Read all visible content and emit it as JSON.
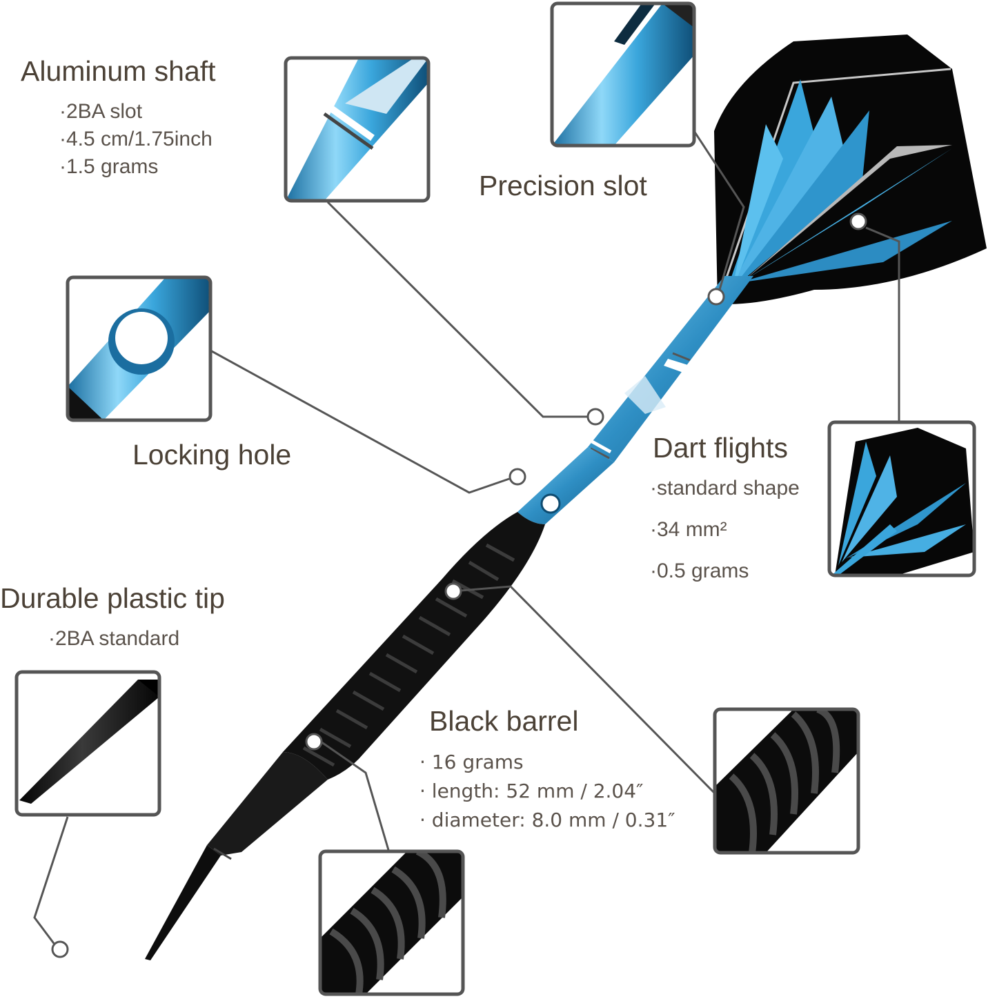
{
  "aluminum_shaft": {
    "title": "Aluminum shaft",
    "specs": [
      "·2BA slot",
      "·4.5 cm/1.75inch",
      "·1.5 grams"
    ]
  },
  "precision_slot": {
    "title": "Precision slot"
  },
  "locking_hole": {
    "title": "Locking hole"
  },
  "dart_flights": {
    "title": "Dart flights",
    "specs": [
      "·standard shape",
      "·34 mm²",
      "·0.5 grams"
    ]
  },
  "plastic_tip": {
    "title": "Durable plastic tip",
    "specs": [
      "·2BA standard"
    ]
  },
  "black_barrel": {
    "title": "Black barrel",
    "specs": [
      "·  16 grams",
      "·  length: 52 mm / 2.04″",
      "·  diameter: 8.0 mm / 0.31″"
    ]
  },
  "colors": {
    "accent_blue": "#3aa6dc",
    "barrel_black": "#151515",
    "callout_gray": "#555555"
  }
}
